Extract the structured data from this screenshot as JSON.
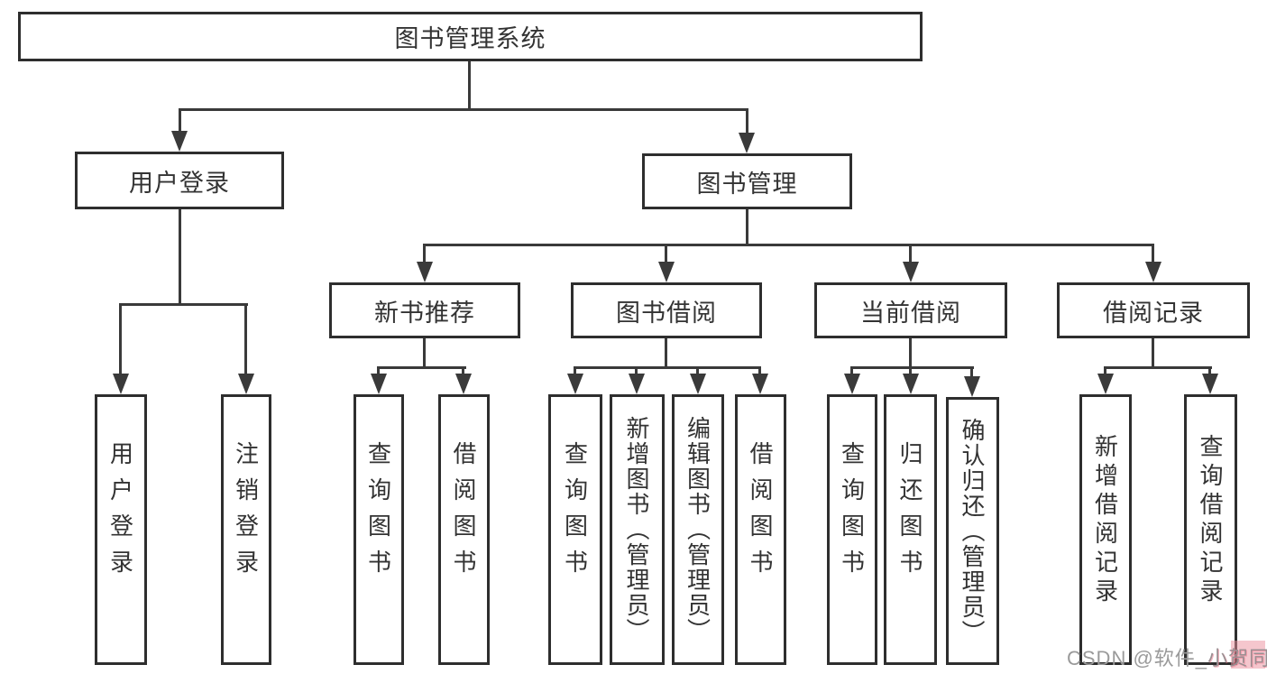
{
  "colors": {
    "background": "#ffffff",
    "line": "#3a3a3a",
    "box_border": "#2e2e2e",
    "text": "#333333",
    "watermark_gray": "#9a9a9a",
    "watermark_pink": "#ec8e9c"
  },
  "diagram": {
    "nodes": [
      {
        "id": "root",
        "label": "图书管理系统",
        "parent": null
      },
      {
        "id": "user-login",
        "label": "用户登录",
        "parent": "root"
      },
      {
        "id": "book-mgmt",
        "label": "图书管理",
        "parent": "root"
      },
      {
        "id": "new-rec",
        "label": "新书推荐",
        "parent": "book-mgmt"
      },
      {
        "id": "book-borrow",
        "label": "图书借阅",
        "parent": "book-mgmt"
      },
      {
        "id": "current-borrow",
        "label": "当前借阅",
        "parent": "book-mgmt"
      },
      {
        "id": "borrow-record",
        "label": "借阅记录",
        "parent": "book-mgmt"
      },
      {
        "id": "leaf-user-login",
        "label": "用户登录",
        "parent": "user-login"
      },
      {
        "id": "leaf-logout",
        "label": "注销登录",
        "parent": "user-login"
      },
      {
        "id": "leaf-nr-query",
        "label": "查询图书",
        "parent": "new-rec"
      },
      {
        "id": "leaf-nr-borrow",
        "label": "借阅图书",
        "parent": "new-rec"
      },
      {
        "id": "leaf-bb-query",
        "label": "查询图书",
        "parent": "book-borrow"
      },
      {
        "id": "leaf-bb-add",
        "label": "新增图书（管理员）",
        "parent": "book-borrow"
      },
      {
        "id": "leaf-bb-edit",
        "label": "编辑图书（管理员）",
        "parent": "book-borrow"
      },
      {
        "id": "leaf-bb-borrow",
        "label": "借阅图书",
        "parent": "book-borrow"
      },
      {
        "id": "leaf-cb-query",
        "label": "查询图书",
        "parent": "current-borrow"
      },
      {
        "id": "leaf-cb-return",
        "label": "归还图书",
        "parent": "current-borrow"
      },
      {
        "id": "leaf-cb-confirm",
        "label": "确认归还（管理员）",
        "parent": "current-borrow"
      },
      {
        "id": "leaf-br-add",
        "label": "新增借阅记录",
        "parent": "borrow-record"
      },
      {
        "id": "leaf-br-query",
        "label": "查询借阅记录",
        "parent": "borrow-record"
      }
    ]
  },
  "watermark": {
    "prefix": "CSDN @软件_",
    "suffix": "小贺同学"
  }
}
